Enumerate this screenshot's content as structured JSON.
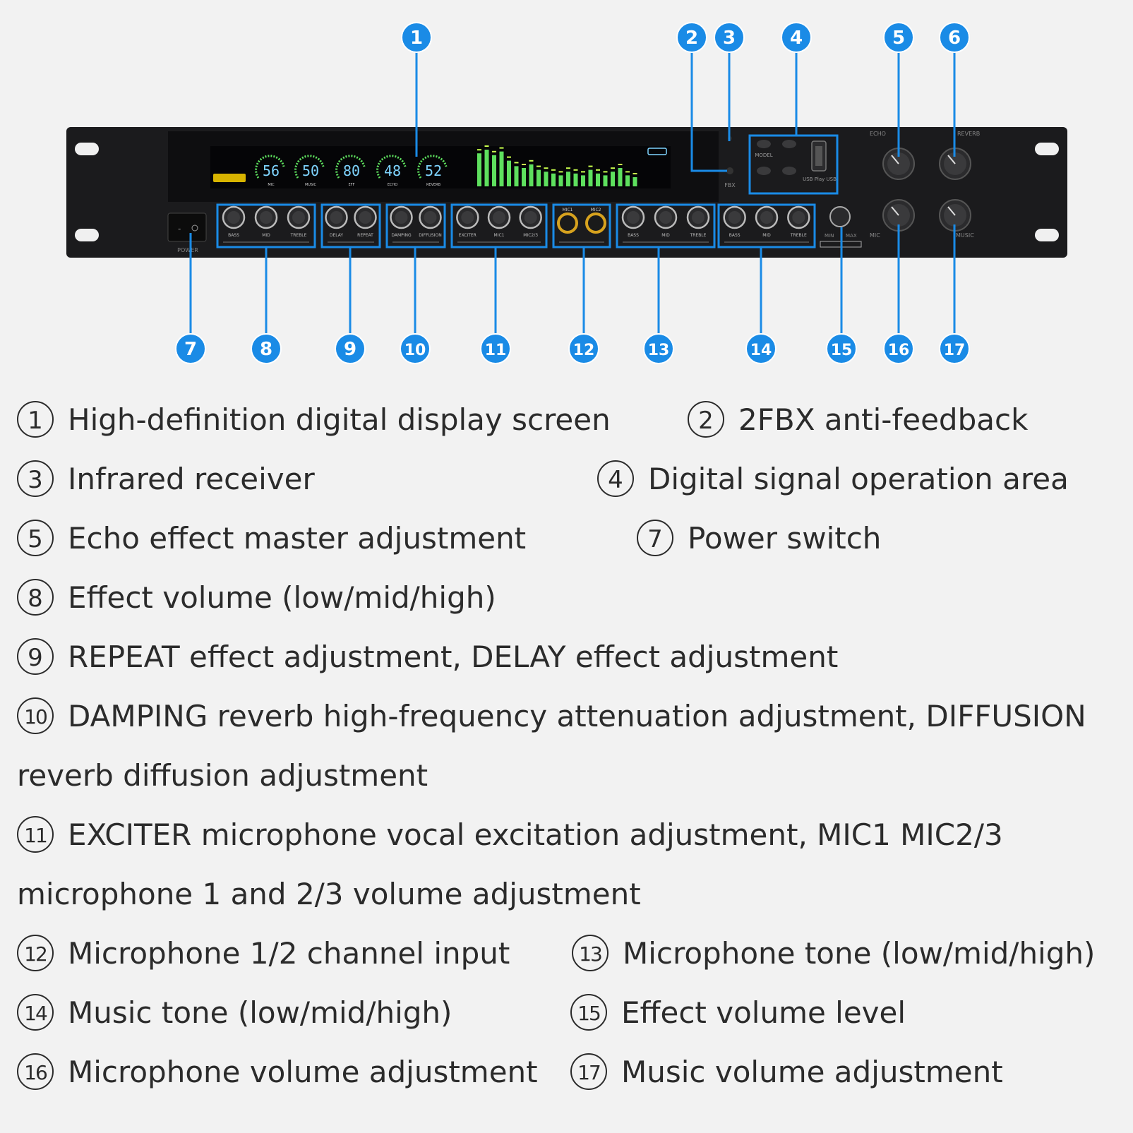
{
  "callouts": [
    {
      "n": "1",
      "label": "High-definition digital display screen"
    },
    {
      "n": "2",
      "label": "2FBX anti-feedback"
    },
    {
      "n": "3",
      "label": "Infrared receiver"
    },
    {
      "n": "4",
      "label": "Digital signal operation area"
    },
    {
      "n": "5",
      "label": "Echo effect master adjustment"
    },
    {
      "n": "6",
      "label": ""
    },
    {
      "n": "7",
      "label": "Power switch"
    },
    {
      "n": "8",
      "label": "Effect volume (low/mid/high)"
    },
    {
      "n": "9",
      "label": "REPEAT effect adjustment, DELAY effect adjustment"
    },
    {
      "n": "10",
      "label": "DAMPING reverb high-frequency attenuation adjustment, DIFFUSION"
    },
    {
      "n": "10b",
      "label": "reverb diffusion adjustment"
    },
    {
      "n": "11",
      "label": "EXCITER microphone vocal excitation adjustment, MIC1 MIC2/3"
    },
    {
      "n": "11b",
      "label": "microphone 1 and 2/3 volume adjustment"
    },
    {
      "n": "12",
      "label": "Microphone 1/2 channel input"
    },
    {
      "n": "13",
      "label": "Microphone tone (low/mid/high)"
    },
    {
      "n": "14",
      "label": "Music tone (low/mid/high)"
    },
    {
      "n": "15",
      "label": "Effect volume level"
    },
    {
      "n": "16",
      "label": "Microphone volume adjustment"
    },
    {
      "n": "17",
      "label": "Music volume adjustment"
    }
  ],
  "display": {
    "readouts": [
      {
        "value": "56",
        "label": "MIC"
      },
      {
        "value": "50",
        "label": "MUSIC"
      },
      {
        "value": "80",
        "label": "EFF"
      },
      {
        "value": "48",
        "label": "ECHO"
      },
      {
        "value": "52",
        "label": "REVERB"
      }
    ],
    "eq_levels": [
      0.9,
      1.0,
      0.85,
      0.95,
      0.7,
      0.55,
      0.5,
      0.6,
      0.45,
      0.4,
      0.35,
      0.3,
      0.4,
      0.35,
      0.3,
      0.45,
      0.35,
      0.3,
      0.4,
      0.5,
      0.3,
      0.25
    ]
  },
  "panel_labels": {
    "power": "POWER",
    "fbx": "FBX",
    "model": "MODEL",
    "usb": "USB Play USB",
    "echo": "ECHO",
    "reverb": "REVERB",
    "music": "MUSIC",
    "mic": "MIC",
    "min": "MIN",
    "max": "MAX",
    "bass": "BASS",
    "mid": "MID",
    "treble": "TREBLE",
    "delay": "DELAY",
    "repeat": "REPEAT",
    "damping": "DAMPING",
    "diffusion": "DIFFUSION",
    "exciter": "EXCITER",
    "mic1": "MIC1",
    "mic23": "MIC2/3",
    "mic1_in": "MIC1",
    "mic2_in": "MIC2"
  },
  "colors": {
    "badge": "#1a8be6",
    "leader": "#1a8be6",
    "chassis": "#1b1b1d",
    "lcd_cyan": "#7fd4ff",
    "lcd_green": "#5ee05e"
  }
}
